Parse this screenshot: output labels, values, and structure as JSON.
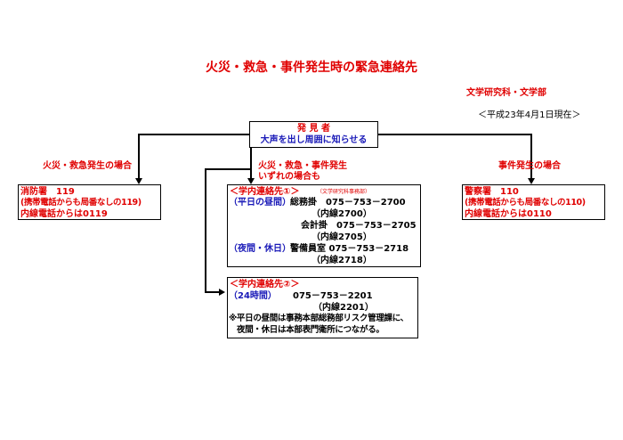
{
  "title": "火災・救急・事件発生時の緊急連絡先",
  "department": "文学研究科・文学部",
  "date": "＜平成23年4月1日現在＞",
  "discoverer": {
    "label": "発 見 者",
    "instruction": "大声を出し周囲に知らせる"
  },
  "branch_labels": {
    "fire_ambulance": "火災・救急発生の場合",
    "incident": "事件発生の場合",
    "all_line1": "火災・救急・事件発生",
    "all_line2": "いずれの場合も"
  },
  "fire_box": {
    "line1": "消防署　119",
    "line2": "(携帯電話からも局番なしの119)",
    "line3": "内線電話からは0119"
  },
  "police_box": {
    "line1": "警察署　110",
    "line2": "(携帯電話からも局番なしの110)",
    "line3": "内線電話からは0110"
  },
  "contact1": {
    "heading": "＜学内連絡先①＞",
    "subnote": "（文学研究科事務部）",
    "weekday_label": "（平日の昼間）",
    "row1": "総務掛　075－753－2700",
    "row1_ext": "（内線2700）",
    "row2": "会計掛　075－753－2705",
    "row2_ext": "（内線2705）",
    "night_label": "（夜間・休日）",
    "row3": "警備員室 075－753－2718",
    "row3_ext": "（内線2718）"
  },
  "contact2": {
    "heading": "＜学内連絡先②＞",
    "label_24h": "（24時間）",
    "phone": "075－753－2201",
    "ext": "（内線2201）",
    "note1": "※平日の昼間は事務本部総務部リスク管理課に、",
    "note2": "夜間・休日は本部表門衛所につながる。"
  }
}
